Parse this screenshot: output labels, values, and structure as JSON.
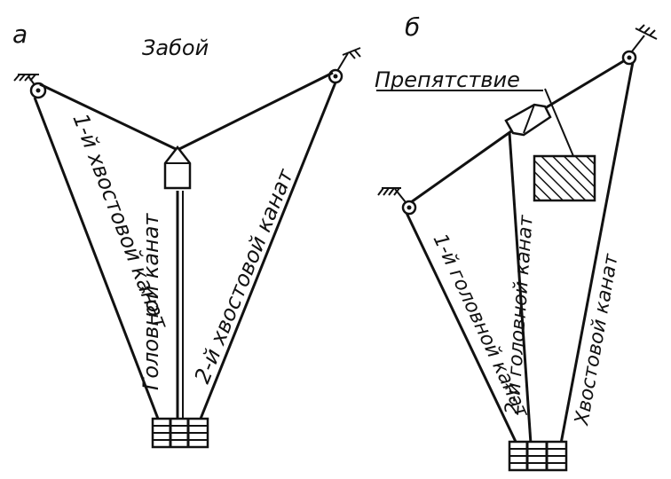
{
  "diagram_a": {
    "letter": "а",
    "face_label": "Забой",
    "rope_1_label": "1-й хвостовой канат",
    "head_rope_label": "Головной канат",
    "rope_2_label": "2-й хвостовой канат"
  },
  "diagram_b": {
    "letter": "б",
    "obstacle_label": "Препятствие",
    "rope_1_label": "1-й головной канат",
    "rope_2_label": "2-й головной канат",
    "tail_rope_label": "Хвостовой канат"
  },
  "colors": {
    "ink": "#111111",
    "paper": "#ffffff"
  }
}
